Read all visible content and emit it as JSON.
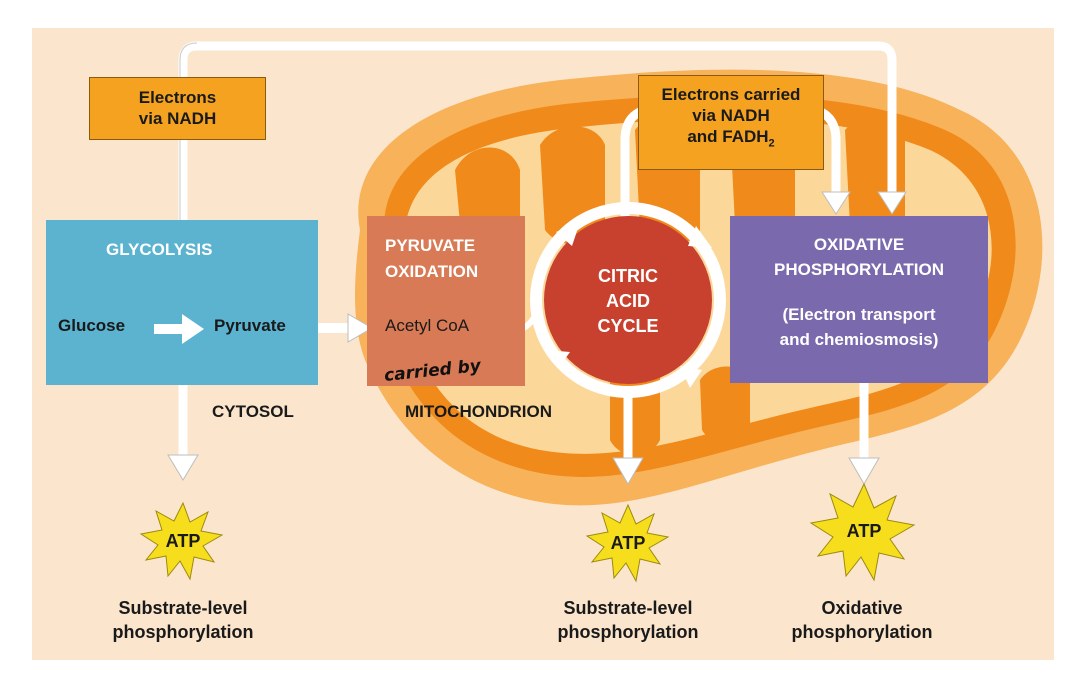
{
  "colors": {
    "background_panel": "#fbe6cd",
    "mitochondrion_outer": "#f7b25a",
    "mitochondrion_inner": "#f08a1a",
    "matrix": "#fcd79a",
    "glycolysis_box": "#5bb3cf",
    "pyruvate_box": "#d87a55",
    "citric_circle": "#c8412e",
    "oxidative_box": "#7a6aad",
    "atp_star": "#f6de1c",
    "electron_box": "#f4a21f"
  },
  "electrons_nadh": {
    "line1": "Electrons",
    "line2": "via NADH"
  },
  "electrons_carried": {
    "line1": "Electrons carried",
    "line2": "via NADH",
    "line3_prefix": "and FADH",
    "line3_sub": "2"
  },
  "glycolysis": {
    "title": "GLYCOLYSIS",
    "input": "Glucose",
    "output": "Pyruvate"
  },
  "pyruvate_oxidation": {
    "line1": "PYRUVATE",
    "line2": "OXIDATION",
    "product": "Acetyl CoA"
  },
  "citric_acid_cycle": {
    "line1": "CITRIC",
    "line2": "ACID",
    "line3": "CYCLE"
  },
  "oxidative_phosphorylation": {
    "line1": "OXIDATIVE",
    "line2": "PHOSPHORYLATION",
    "line3": "(Electron transport",
    "line4": "and chemiosmosis)"
  },
  "locations": {
    "cytosol": "CYTOSOL",
    "mitochondrion": "MITOCHONDRION"
  },
  "handwritten_note": "carried by",
  "atp": {
    "label": "ATP"
  },
  "captions": {
    "left": {
      "line1": "Substrate-level",
      "line2": "phosphorylation"
    },
    "middle": {
      "line1": "Substrate-level",
      "line2": "phosphorylation"
    },
    "right": {
      "line1": "Oxidative",
      "line2": "phosphorylation"
    }
  }
}
